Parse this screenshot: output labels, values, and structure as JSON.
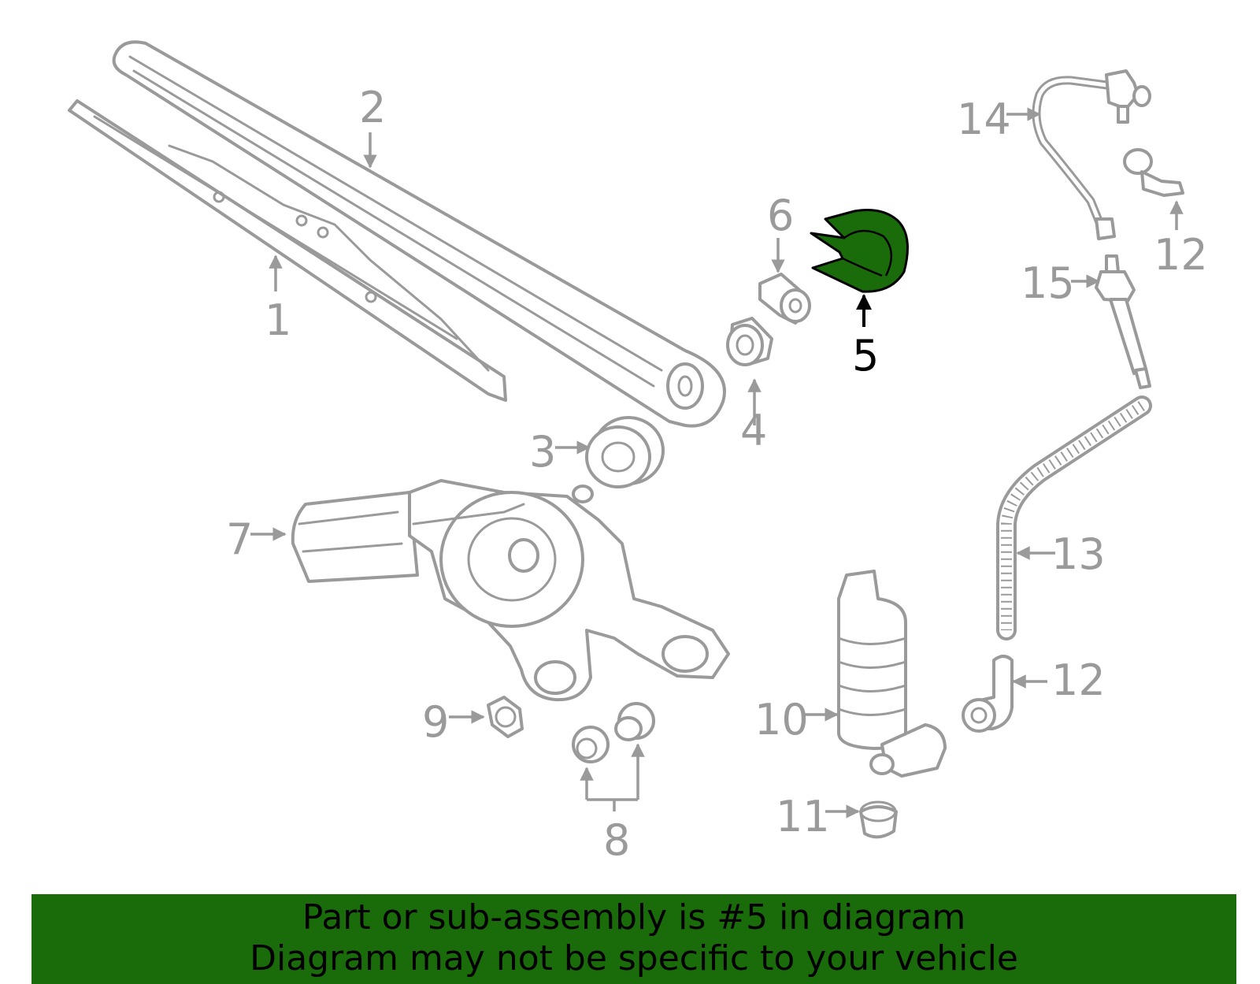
{
  "diagram": {
    "highlight_color": "#1a6b0a",
    "part_stroke_color": "#9a9a9a",
    "callouts": {
      "c1": "1",
      "c2": "2",
      "c3": "3",
      "c4": "4",
      "c5": "5",
      "c6": "6",
      "c7": "7",
      "c8": "8",
      "c9": "9",
      "c10": "10",
      "c11": "11",
      "c12a": "12",
      "c12b": "12",
      "c13": "13",
      "c14": "14",
      "c15": "15"
    },
    "highlighted_part": "5"
  },
  "banner": {
    "background": "#1a6b0a",
    "line1": "Part or sub-assembly is #5 in diagram",
    "line2": "Diagram may not be specific to your vehicle"
  }
}
